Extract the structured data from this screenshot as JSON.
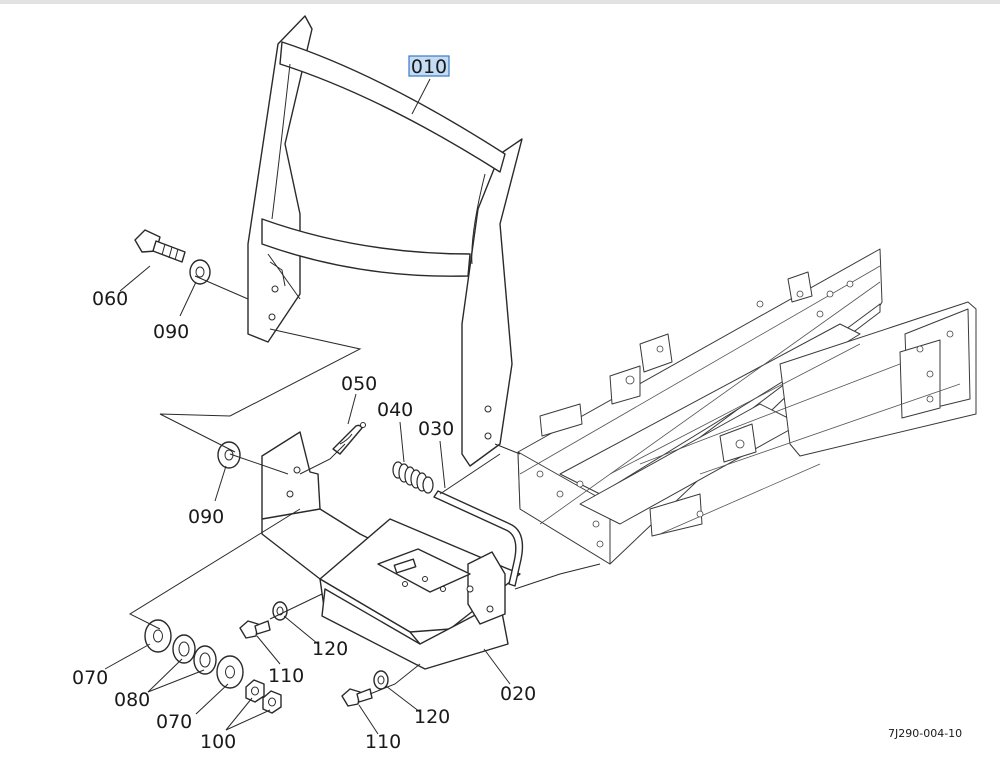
{
  "callouts": {
    "c010": "010",
    "c020": "020",
    "c030": "030",
    "c040": "040",
    "c050": "050",
    "c060": "060",
    "c070a": "070",
    "c070b": "070",
    "c080": "080",
    "c090a": "090",
    "c090b": "090",
    "c100": "100",
    "c110a": "110",
    "c110b": "110",
    "c120a": "120",
    "c120b": "120"
  },
  "selected_callout": "010",
  "drawing_number": "7J290-004-10",
  "colors": {
    "selection_fill": "#c5dcf5",
    "selection_border": "#3b78c9",
    "line": "#2a2a2a"
  }
}
